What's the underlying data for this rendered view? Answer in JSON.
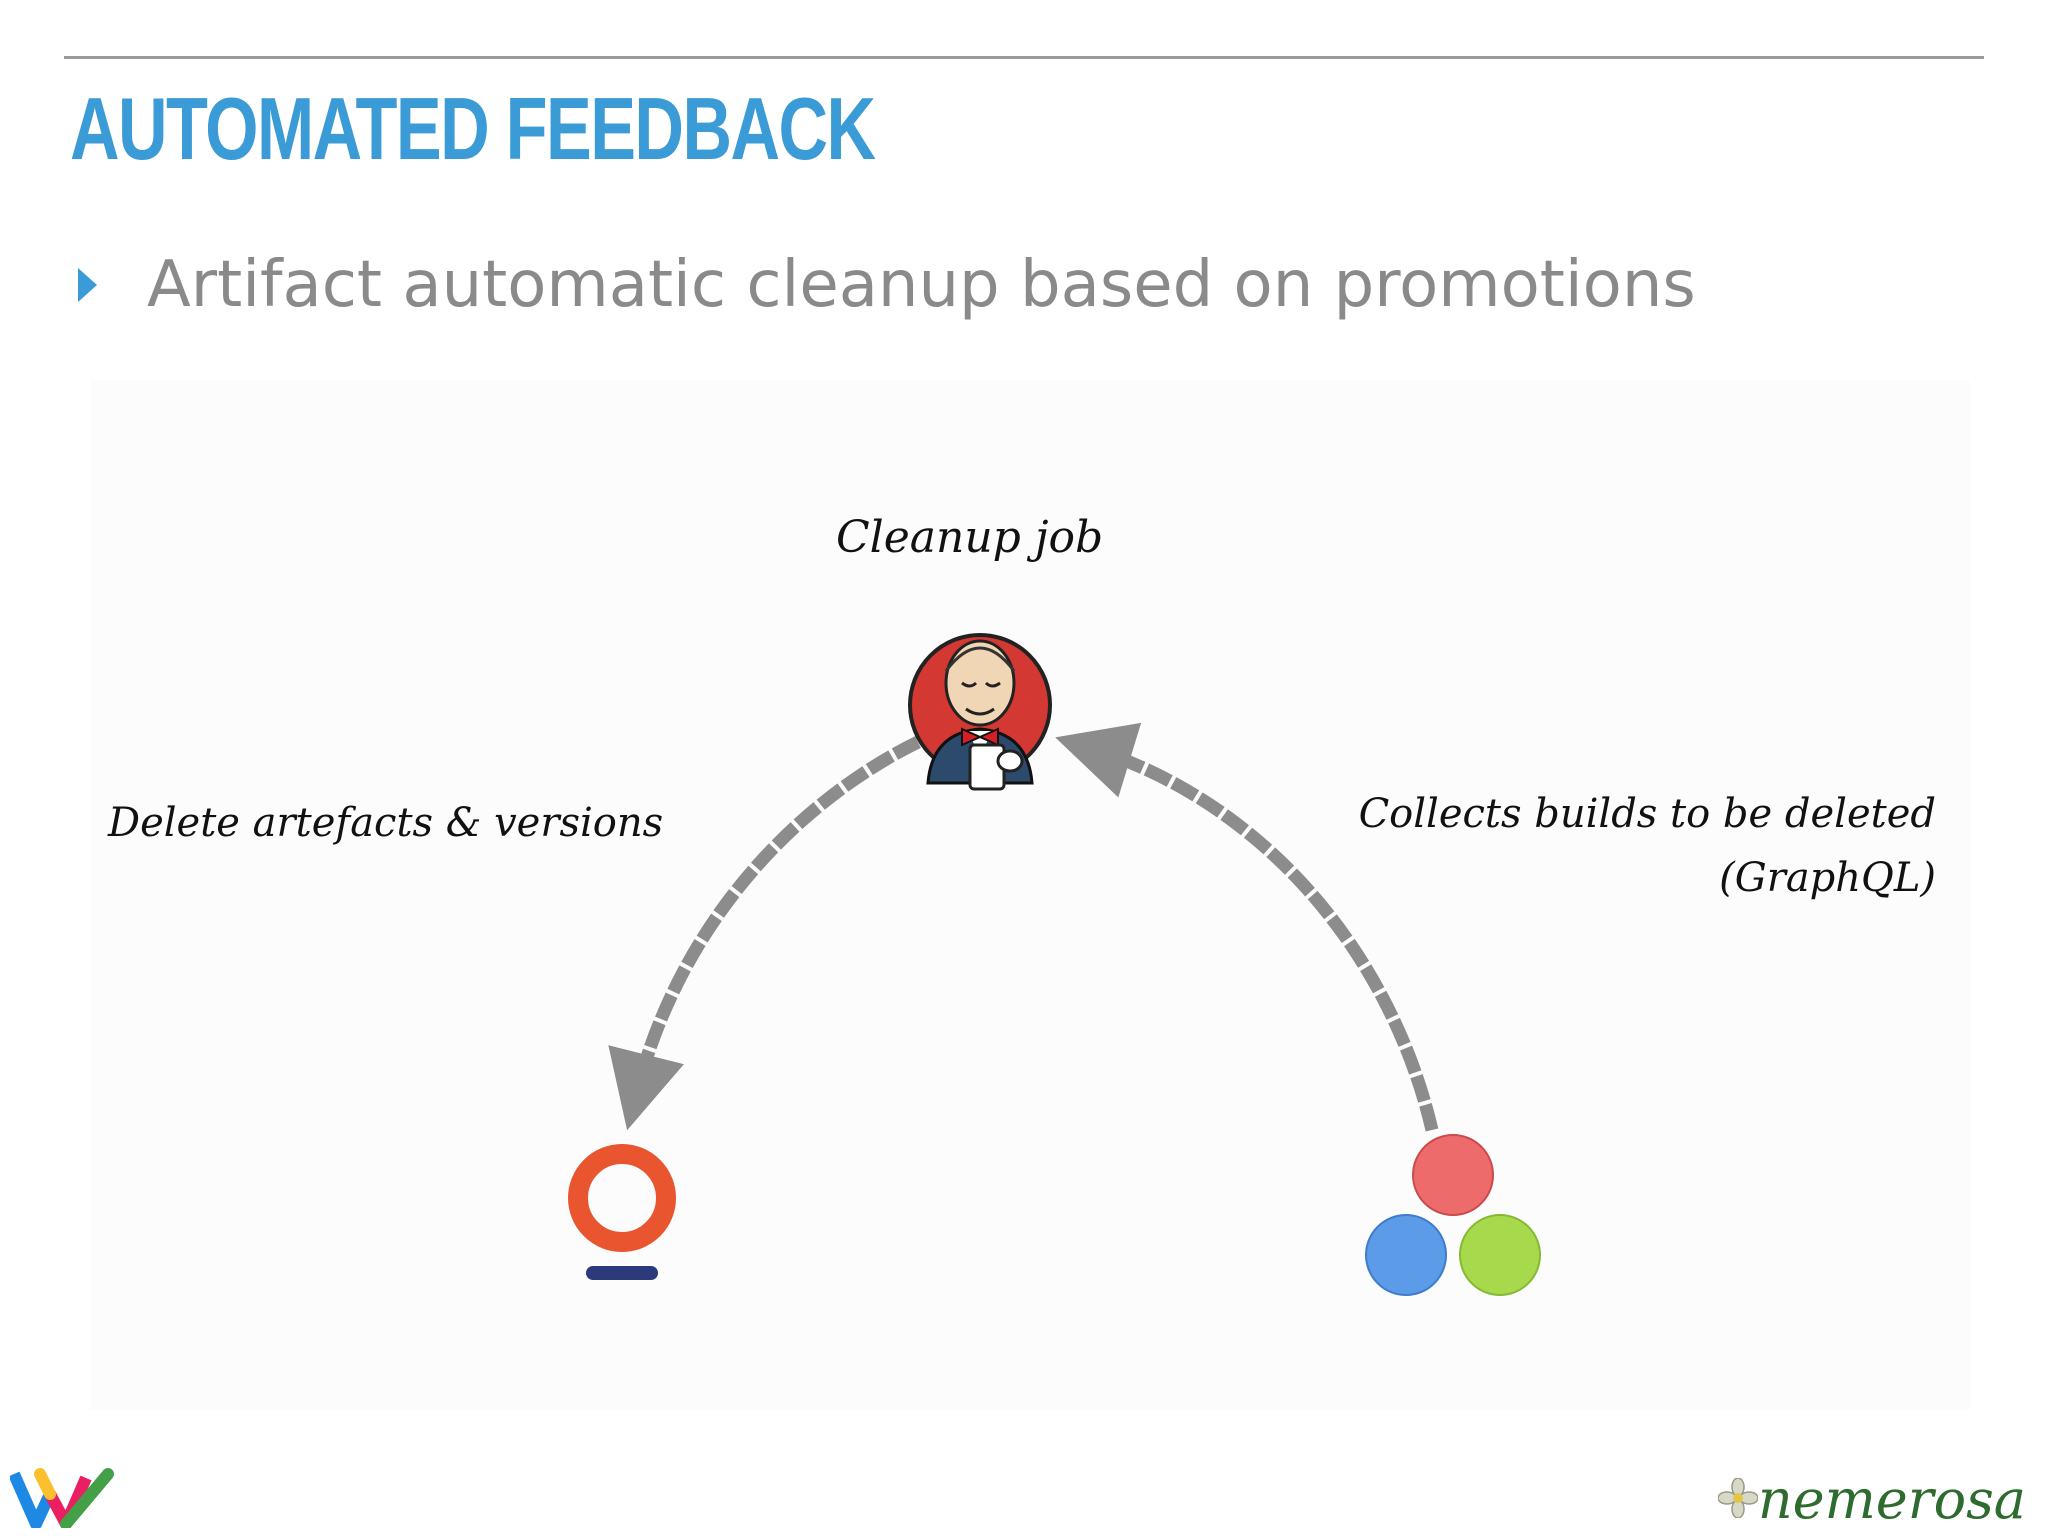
{
  "slide": {
    "title": "AUTOMATED FEEDBACK",
    "bullets": [
      "Artifact automatic cleanup based on promotions"
    ]
  },
  "diagram": {
    "center_label": "Cleanup job",
    "left_edge_label": "Delete artefacts & versions",
    "right_edge_label_line1": "Collects builds to be deleted",
    "right_edge_label_line2": "(GraphQL)"
  },
  "footer": {
    "brand": "nemerosa"
  },
  "colors": {
    "title": "#3a9bd6",
    "bullet_text": "#8a8a8a",
    "arrow": "#8c8c8c",
    "jenkins_red": "#d33833",
    "artifactory_orange": "#e8552e",
    "dot_red": "#ee6b6b",
    "dot_blue": "#5b9be8",
    "dot_green": "#a6d94b"
  },
  "icons": {
    "bullet": "triangle-right-icon",
    "center_node": "jenkins-icon",
    "left_node": "artifactory-icon",
    "right_node": "ontrack-icon",
    "footer_left": "w-logo-icon",
    "footer_right": "nemerosa-flower-icon"
  }
}
